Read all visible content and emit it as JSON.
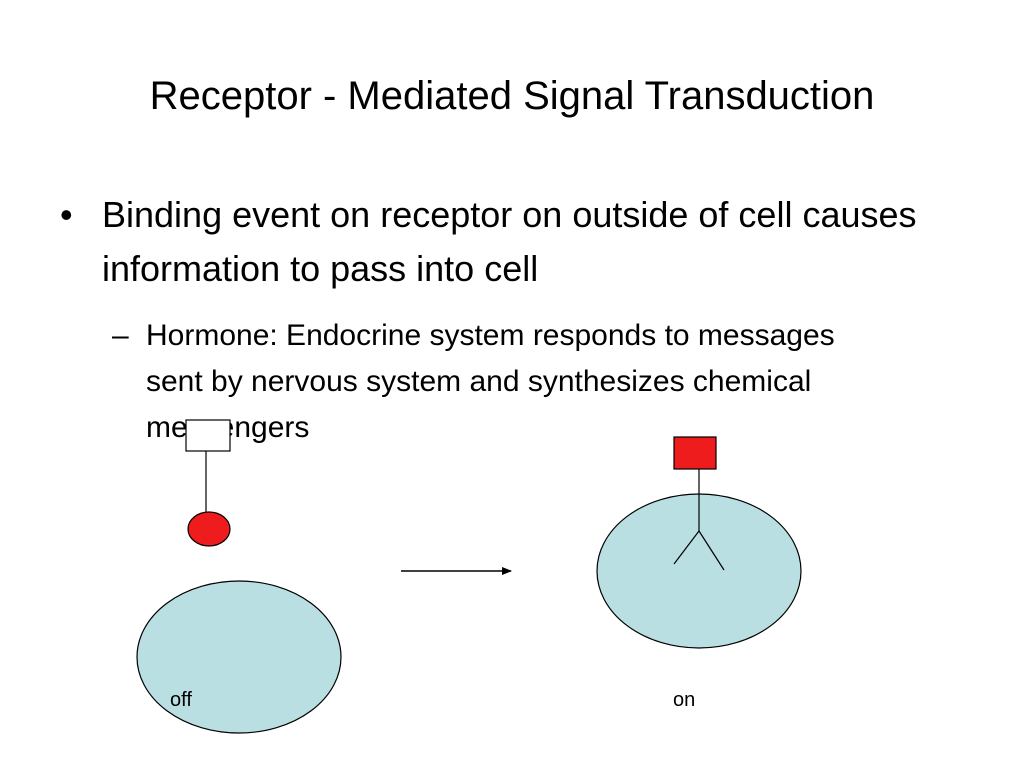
{
  "slide": {
    "title": "Receptor - Mediated Signal Transduction",
    "bullet": {
      "marker": "•",
      "text": "Binding event on receptor on outside of cell causes information to pass into cell"
    },
    "sub_bullet": {
      "marker": "–",
      "text": "Hormone: Endocrine system responds to messages sent by nervous system and synthesizes chemical messengers"
    }
  },
  "diagram": {
    "labels": {
      "off": "off",
      "on": "on"
    },
    "colors": {
      "cell_fill": "#b9dfe3",
      "messenger_fill": "#ee1c1c",
      "receptor_box_fill": "#ffffff",
      "stroke": "#000000"
    }
  }
}
